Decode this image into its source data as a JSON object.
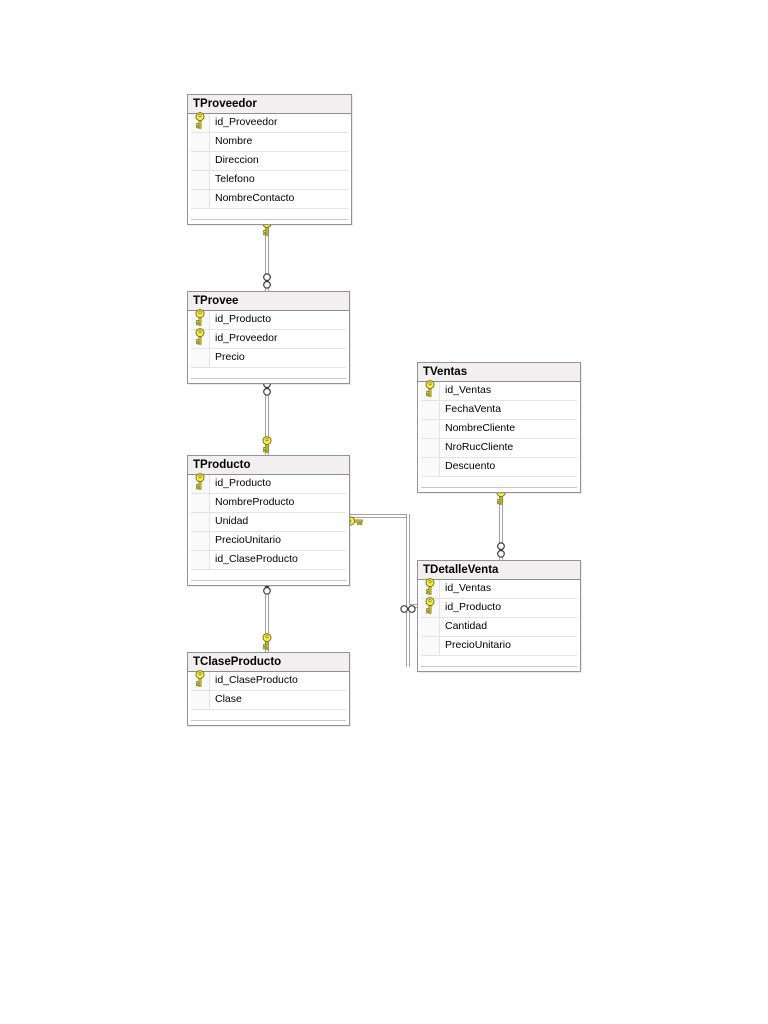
{
  "page": {
    "background": "#ffffff",
    "description": "Database diagram page"
  },
  "tables": [
    {
      "name": "TProveedor",
      "fields": [
        {
          "name": "id_Proveedor",
          "pk": true
        },
        {
          "name": "Nombre",
          "pk": false
        },
        {
          "name": "Direccion",
          "pk": false
        },
        {
          "name": "Telefono",
          "pk": false
        },
        {
          "name": "NombreContacto",
          "pk": false
        }
      ]
    },
    {
      "name": "TProvee",
      "fields": [
        {
          "name": "id_Producto",
          "pk": true
        },
        {
          "name": "id_Proveedor",
          "pk": true
        },
        {
          "name": "Precio",
          "pk": false
        }
      ]
    },
    {
      "name": "TProducto",
      "fields": [
        {
          "name": "id_Producto",
          "pk": true
        },
        {
          "name": "NombreProducto",
          "pk": false
        },
        {
          "name": "Unidad",
          "pk": false
        },
        {
          "name": "PrecioUnitario",
          "pk": false
        },
        {
          "name": "id_ClaseProducto",
          "pk": false
        }
      ]
    },
    {
      "name": "TClaseProducto",
      "fields": [
        {
          "name": "id_ClaseProducto",
          "pk": true
        },
        {
          "name": "Clase",
          "pk": false
        }
      ]
    },
    {
      "name": "TVentas",
      "fields": [
        {
          "name": "id_Ventas",
          "pk": true
        },
        {
          "name": "FechaVenta",
          "pk": false
        },
        {
          "name": "NombreCliente",
          "pk": false
        },
        {
          "name": "NroRucCliente",
          "pk": false
        },
        {
          "name": "Descuento",
          "pk": false
        }
      ]
    },
    {
      "name": "TDetalleVenta",
      "fields": [
        {
          "name": "id_Ventas",
          "pk": true
        },
        {
          "name": "id_Producto",
          "pk": true
        },
        {
          "name": "Cantidad",
          "pk": false
        },
        {
          "name": "PrecioUnitario",
          "pk": false
        }
      ]
    }
  ],
  "relationships": [
    {
      "one": "TProveedor",
      "many": "TProvee"
    },
    {
      "one": "TProducto",
      "many": "TProvee"
    },
    {
      "one": "TClaseProducto",
      "many": "TProducto"
    },
    {
      "one": "TProducto",
      "many": "TDetalleVenta"
    },
    {
      "one": "TVentas",
      "many": "TDetalleVenta"
    }
  ],
  "colors": {
    "table_border": "#949494",
    "header_background": "#f1efef",
    "row_separator": "#e4e4e4",
    "connector_line": "#a3a3a3",
    "key_fill": "#f8ef49",
    "key_outline": "#7c7414",
    "infinity_outline": "#3d3d3d"
  }
}
